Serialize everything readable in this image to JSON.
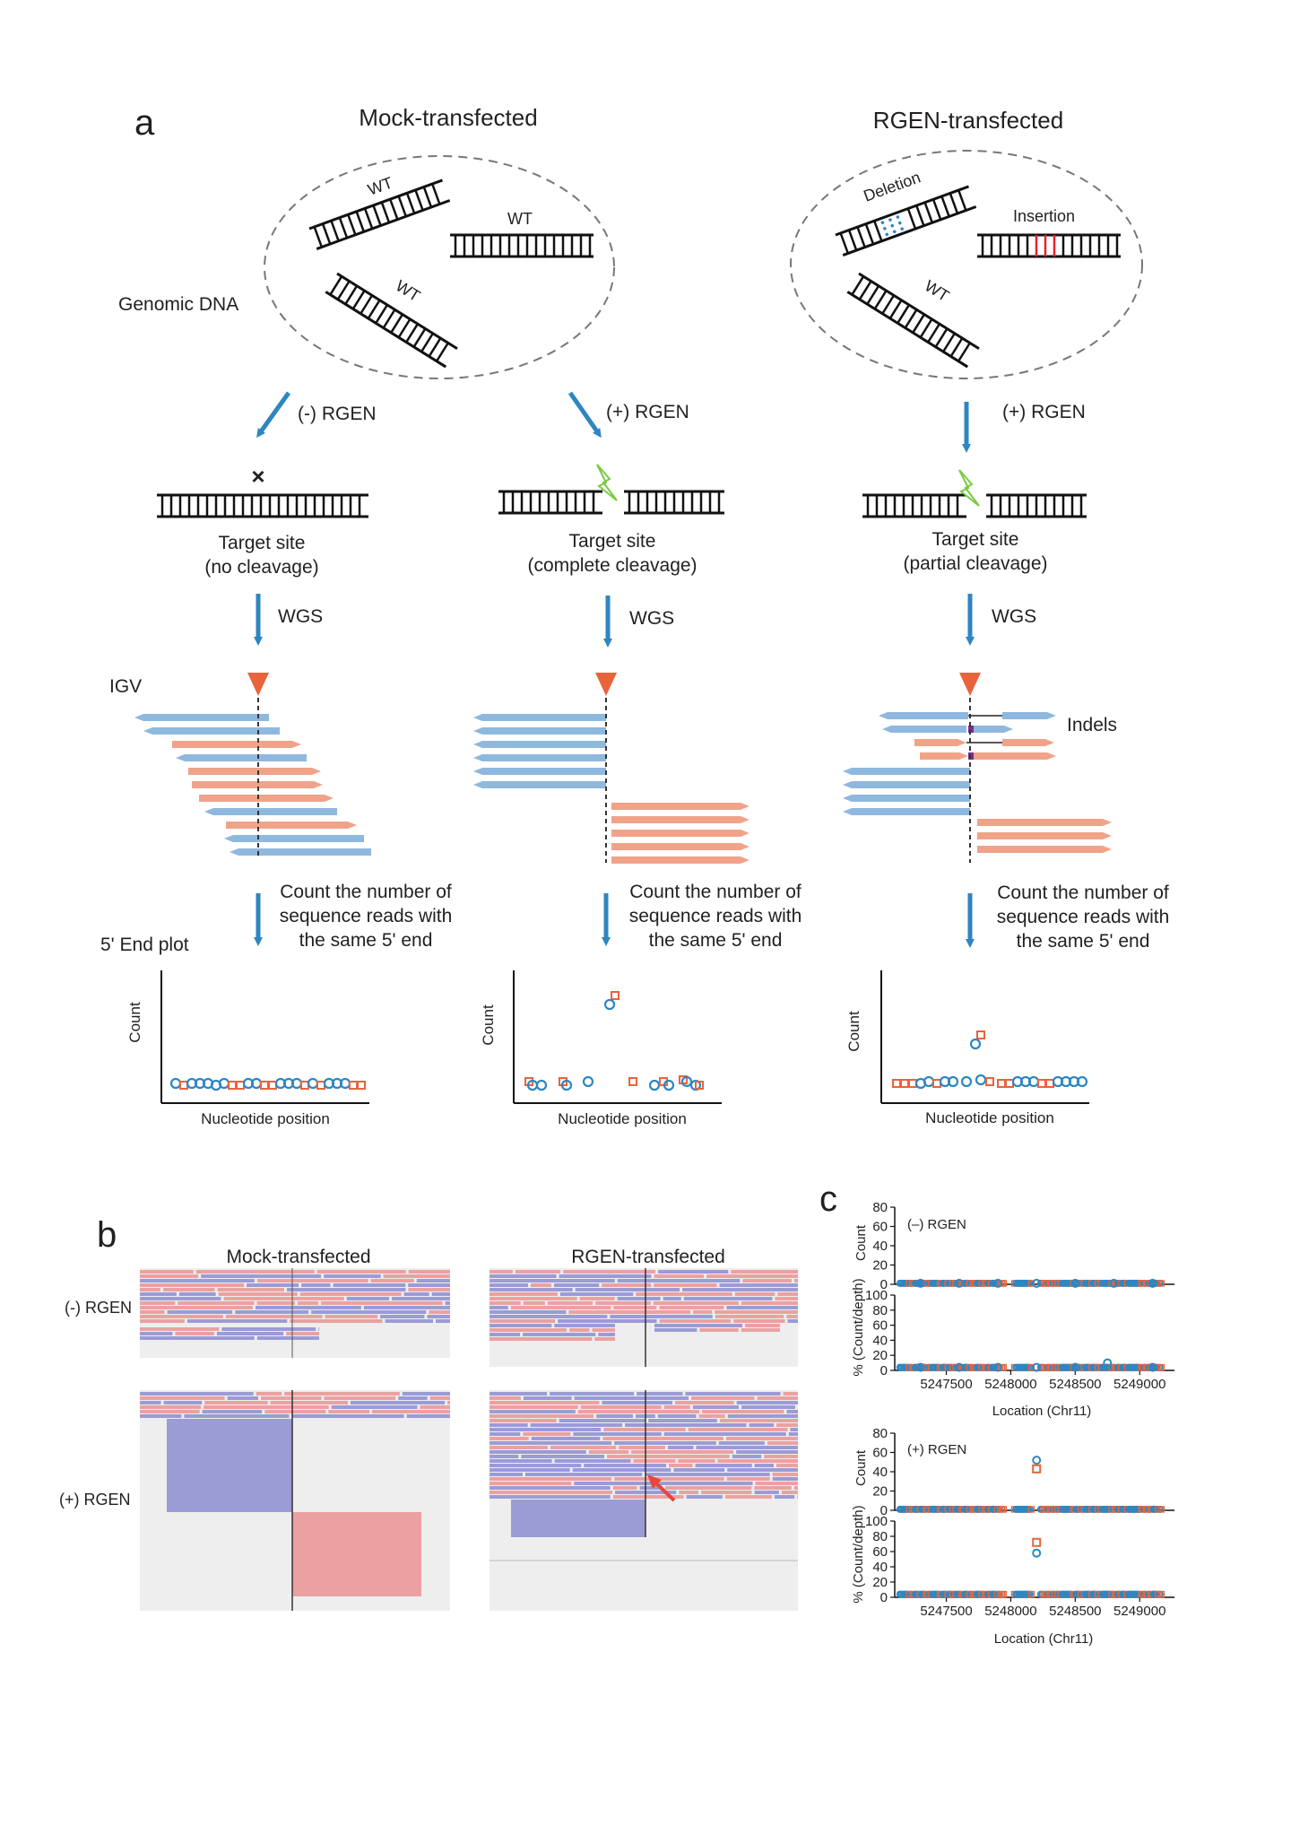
{
  "panel_a": {
    "letter": "a",
    "mock_title": "Mock-transfected",
    "rgen_title": "RGEN-transfected",
    "genomic_dna": "Genomic DNA",
    "wt": "WT",
    "deletion": "Deletion",
    "insertion": "Insertion",
    "minus_rgen": "(-) RGEN",
    "plus_rgen": "(+) RGEN",
    "target_site": "Target site",
    "no_cleavage": "(no cleavage)",
    "complete_cleavage": "(complete cleavage)",
    "partial_cleavage": "(partial cleavage)",
    "wgs": "WGS",
    "igv": "IGV",
    "indels": "Indels",
    "count_line1": "Count the number of",
    "count_line2": "sequence reads with",
    "count_line3": "the same 5' end",
    "end_plot": "5' End plot",
    "ylabel": "Count",
    "xlabel": "Nucleotide position"
  },
  "panel_b": {
    "letter": "b",
    "mock_title": "Mock-transfected",
    "rgen_title": "RGEN-transfected",
    "minus_rgen": "(-) RGEN",
    "plus_rgen": "(+) RGEN"
  },
  "panel_c": {
    "letter": "c",
    "minus_label": "(–) RGEN",
    "plus_label": "(+) RGEN",
    "y_count": "Count",
    "y_pct": "% (Count/depth)",
    "xlabel": "Location (Chr11)",
    "x_ticks": [
      "5247500",
      "5248000",
      "5248500",
      "5249000"
    ],
    "count_ticks": [
      "0",
      "20",
      "40",
      "60",
      "80"
    ],
    "pct_ticks": [
      "0",
      "20",
      "40",
      "60",
      "80",
      "100"
    ]
  },
  "colors": {
    "blue": "#2e86c1",
    "orange": "#e8643c",
    "read_blue": "#8fb8de",
    "read_orange": "#f0a389",
    "igv_blue": "#9b9bd6",
    "igv_red": "#eba1a1",
    "lightning": "#7ac943"
  },
  "chart_data": [
    {
      "type": "scatter",
      "title": "(–) RGEN",
      "xlabel": "Location (Chr11)",
      "ylabel": "Count",
      "xlim": [
        5247100,
        5249200
      ],
      "ylim": [
        0,
        80
      ],
      "series": [
        {
          "name": "",
          "marker": "circle",
          "x": [
            5247300,
            5247600,
            5247900,
            5248200,
            5248500,
            5248800,
            5249100
          ],
          "y": [
            1,
            1,
            1,
            1,
            1,
            1,
            1
          ]
        }
      ]
    },
    {
      "type": "scatter",
      "title": "(–) RGEN",
      "xlabel": "Location (Chr11)",
      "ylabel": "% (Count/depth)",
      "xlim": [
        5247100,
        5249200
      ],
      "ylim": [
        0,
        100
      ],
      "series": [
        {
          "name": "",
          "marker": "circle",
          "x": [
            5247300,
            5247600,
            5247900,
            5248200,
            5248500,
            5248750,
            5249100
          ],
          "y": [
            4,
            4,
            4,
            4,
            4,
            10,
            4
          ]
        }
      ]
    },
    {
      "type": "scatter",
      "title": "(+) RGEN",
      "xlabel": "Location (Chr11)",
      "ylabel": "Count",
      "xlim": [
        5247100,
        5249200
      ],
      "ylim": [
        0,
        80
      ],
      "series": [
        {
          "name": "",
          "marker": "circle",
          "x": [
            5248200
          ],
          "y": [
            52
          ]
        },
        {
          "name": "",
          "marker": "square",
          "x": [
            5248200
          ],
          "y": [
            43
          ]
        }
      ]
    },
    {
      "type": "scatter",
      "title": "(+) RGEN",
      "xlabel": "Location (Chr11)",
      "ylabel": "% (Count/depth)",
      "xlim": [
        5247100,
        5249200
      ],
      "ylim": [
        0,
        100
      ],
      "series": [
        {
          "name": "",
          "marker": "circle",
          "x": [
            5248200
          ],
          "y": [
            58
          ]
        },
        {
          "name": "",
          "marker": "square",
          "x": [
            5248200
          ],
          "y": [
            72
          ]
        }
      ]
    }
  ]
}
